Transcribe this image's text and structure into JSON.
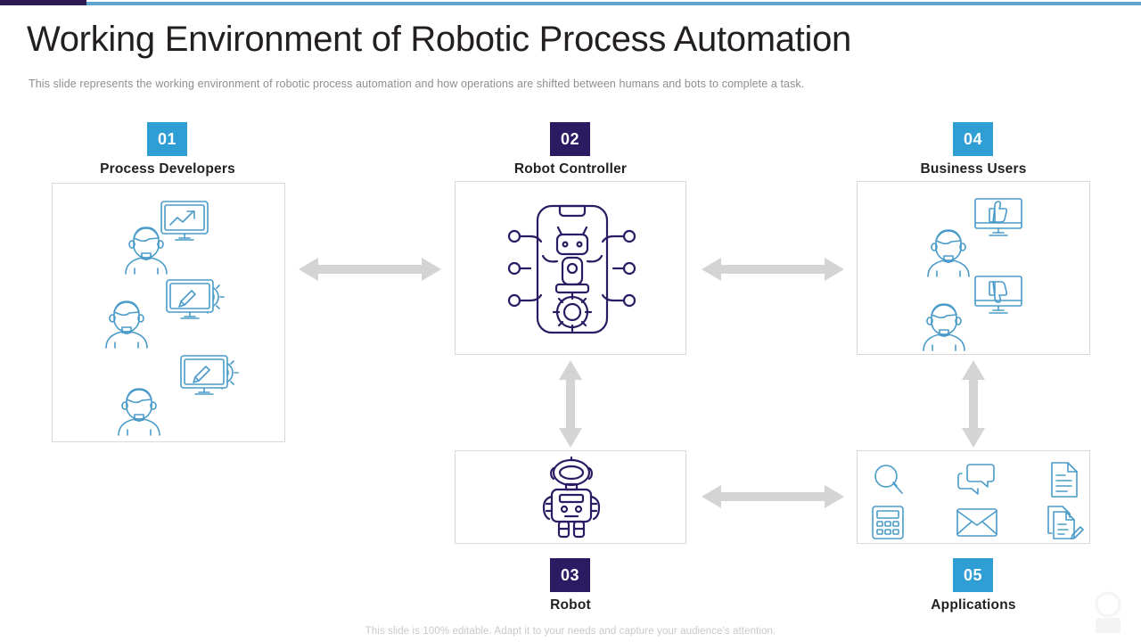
{
  "header": {
    "title": "Working Environment of Robotic Process Automation",
    "subtitle": "This slide represents the working environment of robotic process automation and how operations are shifted between humans and bots to complete a task."
  },
  "theme": {
    "accent_blue": "#2e9ed4",
    "accent_navy": "#2b1b63",
    "icon_blue": "#4a9bc9",
    "icon_navy": "#2b1b63",
    "arrow_gray": "#d4d4d4",
    "panel_border": "#d8d8d8",
    "title_color": "#231f20",
    "subtitle_color": "#8e8e90"
  },
  "blocks": [
    {
      "id": "process-developers",
      "number": "01",
      "badge_color": "blue",
      "label": "Process Developers",
      "icons": [
        "person-avatar-icon",
        "monitor-chart-icon",
        "monitor-code-gear-icon",
        "person-avatar-icon",
        "monitor-code-gear-icon",
        "person-avatar-icon"
      ]
    },
    {
      "id": "robot-controller",
      "number": "02",
      "badge_color": "navy",
      "label": "Robot Controller",
      "icons": [
        "robot-controller-phone-icon"
      ]
    },
    {
      "id": "robot",
      "number": "03",
      "badge_color": "navy",
      "label": "Robot",
      "icons": [
        "robot-icon"
      ]
    },
    {
      "id": "business-users",
      "number": "04",
      "badge_color": "blue",
      "label": "Business Users",
      "icons": [
        "person-avatar-icon",
        "monitor-thumbs-up-icon",
        "monitor-thumbs-down-icon",
        "person-avatar-icon"
      ]
    },
    {
      "id": "applications",
      "number": "05",
      "badge_color": "blue",
      "label": "Applications",
      "icons": [
        "search-icon",
        "chat-icon",
        "document-icon",
        "calculator-icon",
        "email-icon",
        "document-edit-icon"
      ]
    }
  ],
  "connectors": [
    {
      "id": "developers-to-controller",
      "direction": "horizontal",
      "type": "double-arrow"
    },
    {
      "id": "controller-to-business-users",
      "direction": "horizontal",
      "type": "double-arrow"
    },
    {
      "id": "controller-to-robot",
      "direction": "vertical",
      "type": "double-arrow"
    },
    {
      "id": "business-users-to-applications",
      "direction": "vertical",
      "type": "double-arrow"
    },
    {
      "id": "robot-to-applications",
      "direction": "horizontal",
      "type": "double-arrow"
    }
  ],
  "footer": {
    "note": "This slide is 100% editable. Adapt it to your needs and capture your audience's attention."
  }
}
